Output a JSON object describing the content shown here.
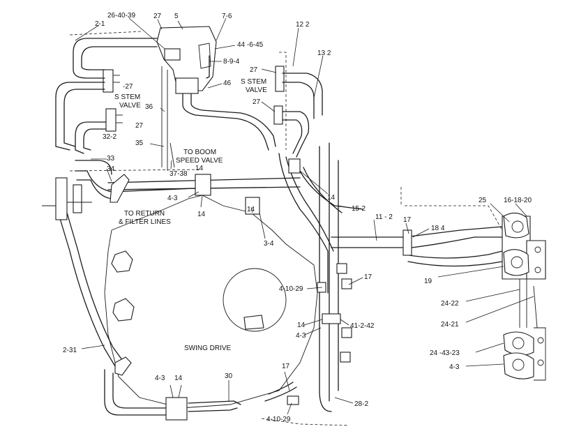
{
  "diagram": {
    "callouts": {
      "c_2_1": "2-1",
      "c_26_40_39": "26-40-39",
      "c_27_top": "27",
      "c_5": "5",
      "c_7_6": "7-6",
      "c_12_2": "12 2",
      "c_13_2": "13 2",
      "c_44_6_45": "44 -6-45",
      "c_8_9_4": "8-9-4",
      "c_27_right1": "27",
      "c_46": "46",
      "c_27_right2": "27",
      "c_27_left1": "-27",
      "c_36": "36",
      "c_27_left2": "27",
      "c_32_2": "32-2",
      "c_35": "35",
      "c_33": "33",
      "c_34": "34",
      "c_37_38": "37-38",
      "c_14_a": "14",
      "c_4_3_a": "4-3",
      "c_14_b": "14",
      "c_14_c": "14",
      "c_15_2": "15-2",
      "c_3_4": "3-4",
      "c_11_2": "11 - 2",
      "c_17_a": "17",
      "c_18_4": "18 4",
      "c_25": "25",
      "c_16_18_20": "16-18-20",
      "c_19": "19",
      "c_17_b": "17",
      "c_4_10_29_a": "4-10-29",
      "c_24_22": "24-22",
      "c_24_21": "24-21",
      "c_14_d": "14",
      "c_4_3_b": "4-3",
      "c_41_2_42": "41-2-42",
      "c_2_31": "2-31",
      "c_24_43_23": "24 -43-23",
      "c_4_3_c": "4-3",
      "c_17_c": "17",
      "c_4_3_d": "4-3",
      "c_14_e": "14",
      "c_30": "30",
      "c_28_2": "28-2",
      "c_4_10_29_b": "4-10-29"
    },
    "notes": {
      "stem_valve_top": "S STEM",
      "stem_valve_top2": "VALVE",
      "stem_valve_left": "S STEM",
      "stem_valve_left2": "VALVE",
      "boom_valve1": "TO BOOM",
      "boom_valve2": "SPEED VALVE",
      "return_line1": "TO RETURN",
      "return_line2": "& FILTER LINES",
      "swing_drive": "SWING DRIVE"
    }
  }
}
